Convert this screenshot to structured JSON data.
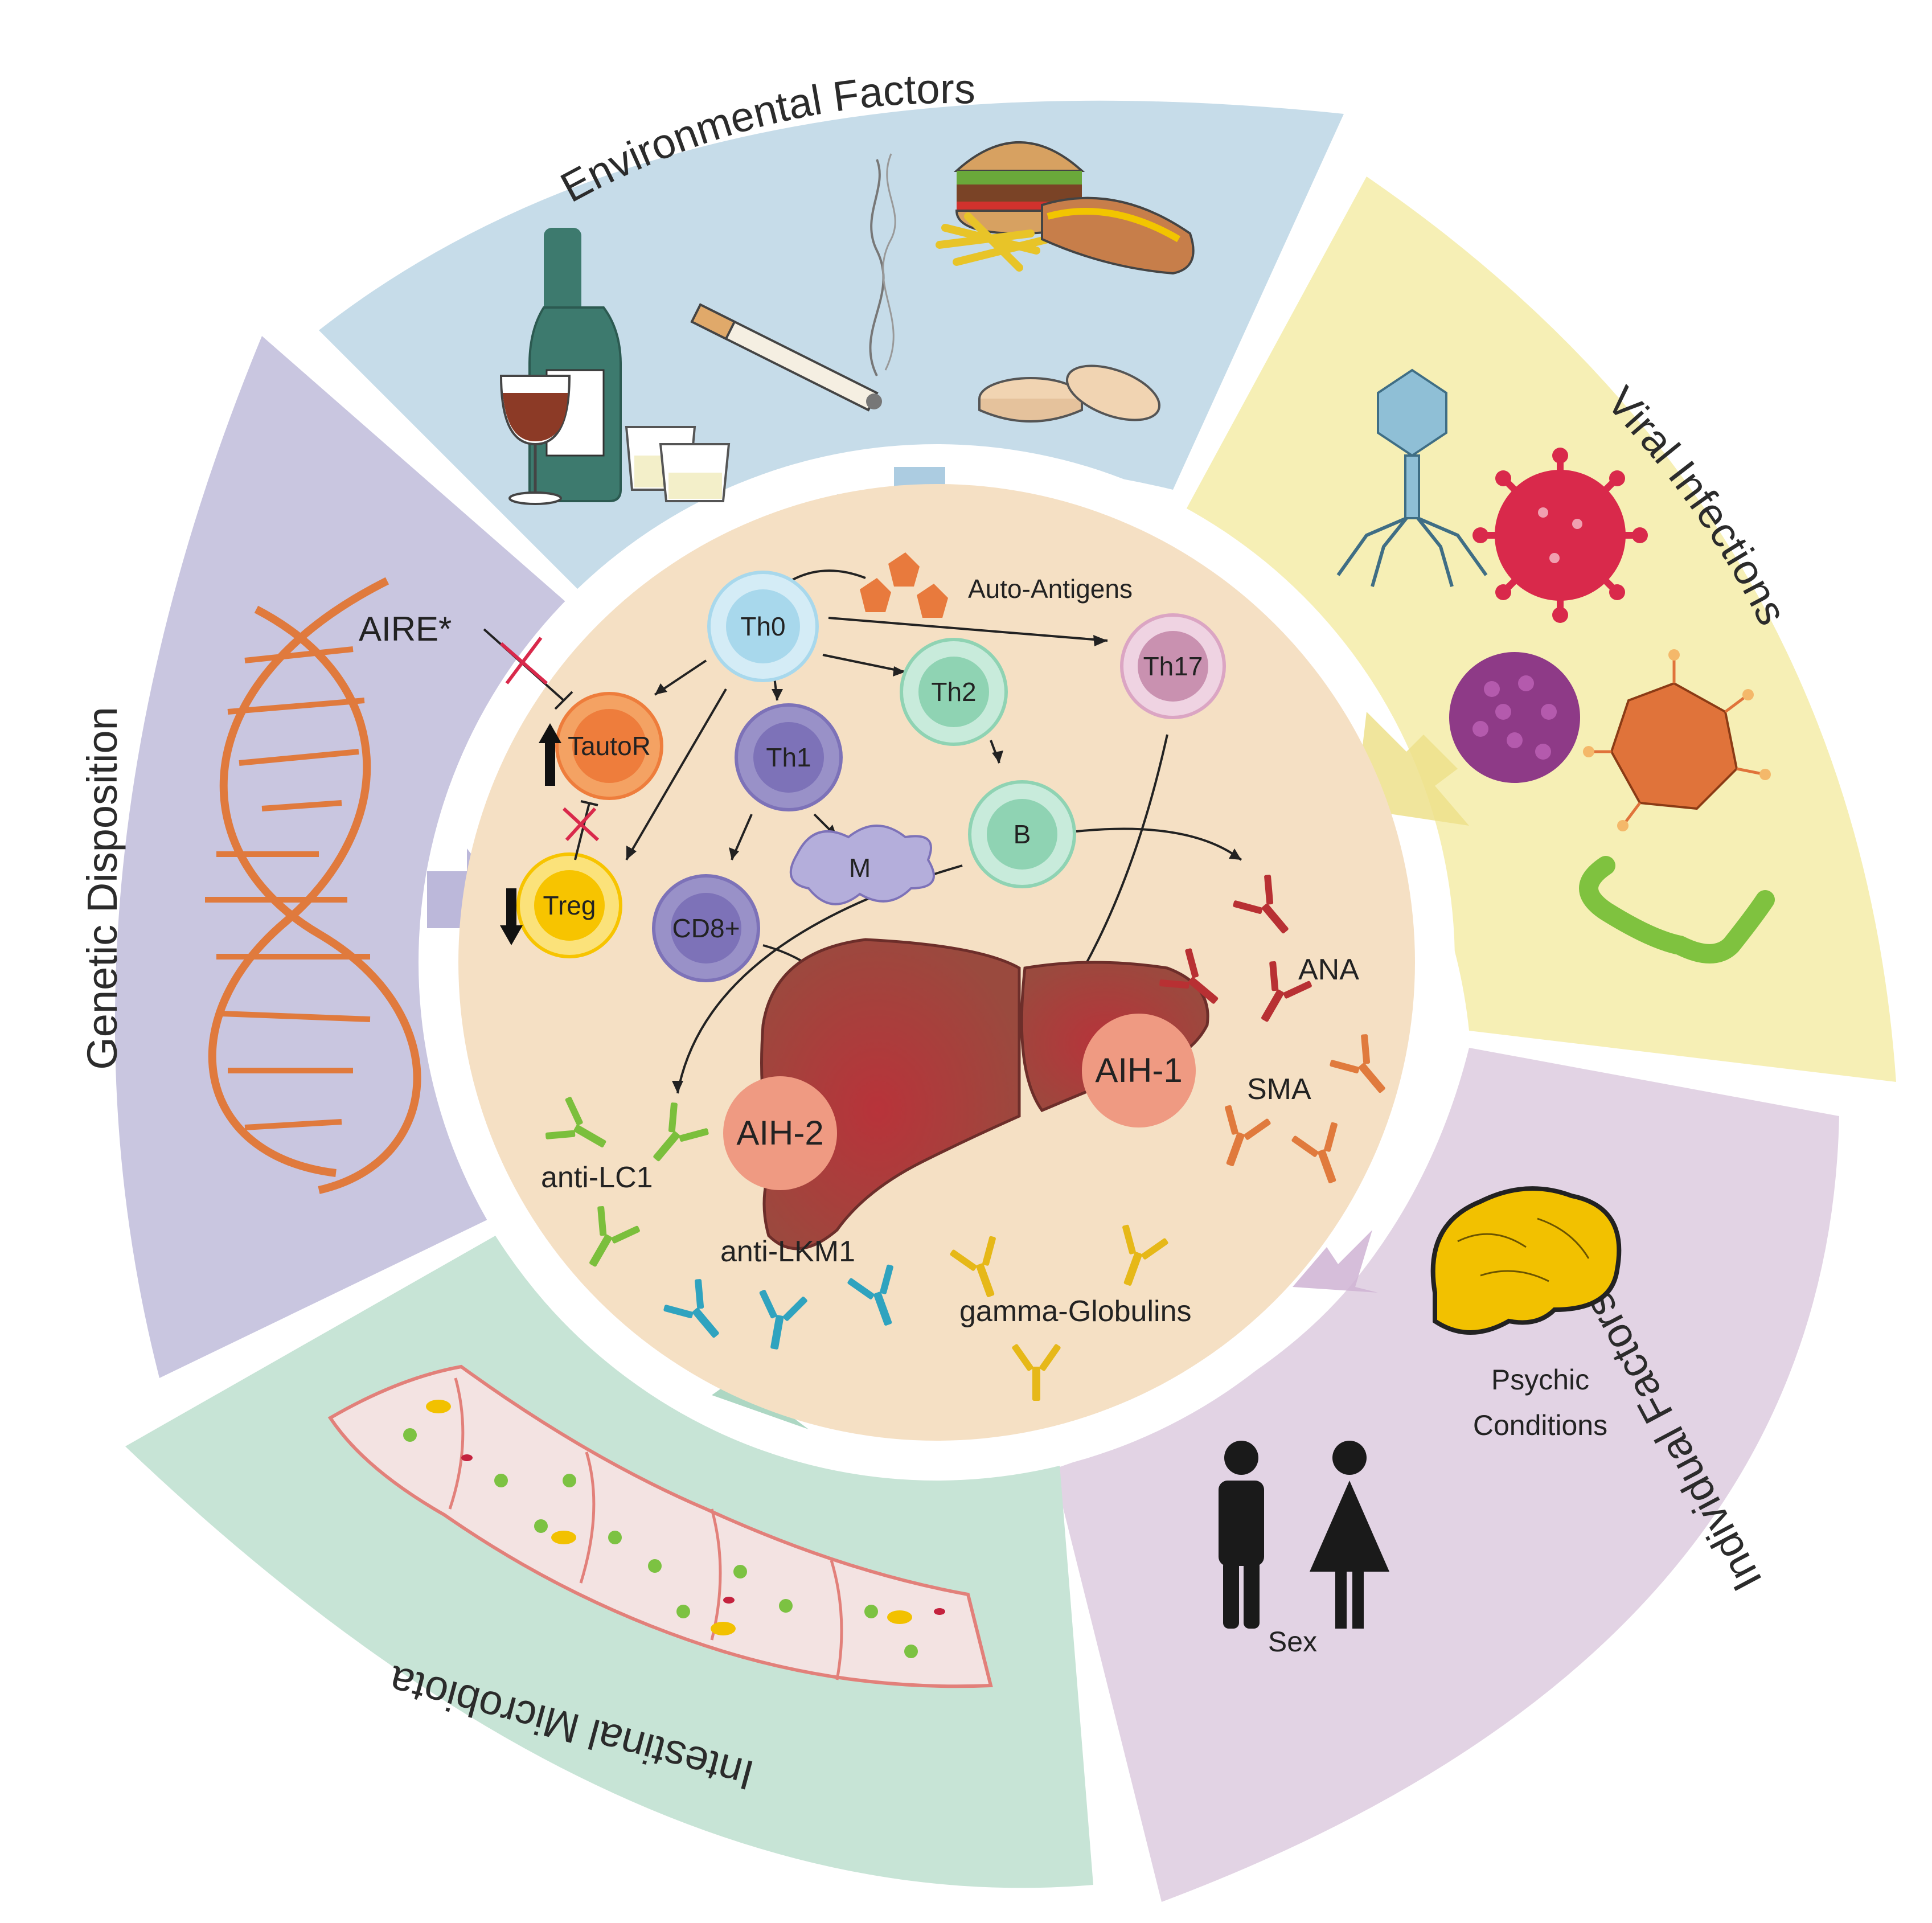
{
  "sectors": {
    "environmental": "Environmental Factors",
    "viral": "Viral Infections",
    "individual": "Individual Factors",
    "microbiota": "Intestinal Microbiota",
    "genetic": "Genetic Disposition"
  },
  "sector_colors": {
    "environmental": "#c6dce9",
    "viral": "#f6efb5",
    "individual": "#e2d3e4",
    "microbiota": "#c7e4d6",
    "genetic": "#c9c6e0",
    "center": "#f5e0c4"
  },
  "labels": {
    "auto_antigens": "Auto-Antigens",
    "aire": "AIRE*",
    "psychic_conditions_line1": "Psychic",
    "psychic_conditions_line2": "Conditions",
    "sex": "Sex"
  },
  "cells": {
    "th0": "Th0",
    "th1": "Th1",
    "th2": "Th2",
    "th17": "Th17",
    "b": "B",
    "tautor": "TautoR",
    "treg": "Treg",
    "cd8": "CD8+",
    "m": "M"
  },
  "cell_colors": {
    "th0": "#a8d8ec",
    "th1": "#7d72b8",
    "th2": "#8fd3b3",
    "th17": "#dba5c3",
    "b": "#8fd3b3",
    "tautor": "#ee7d3c",
    "treg": "#f7c400",
    "cd8": "#7d72b8",
    "m": "#b4aedb"
  },
  "liver": {
    "aih1": "AIH-1",
    "aih2": "AIH-2",
    "color": "#a8443f"
  },
  "antibodies": {
    "ana": "ANA",
    "sma": "SMA",
    "anti_lc1": "anti-LC1",
    "anti_lkm1": "anti-LKM1",
    "gamma_globulins": "gamma-Globulins",
    "colors": {
      "ana": "#b83033",
      "sma": "#e07a3d",
      "anti_lc1": "#7bbf3c",
      "anti_lkm1": "#2fa3bf",
      "gamma": "#e6b818"
    }
  }
}
